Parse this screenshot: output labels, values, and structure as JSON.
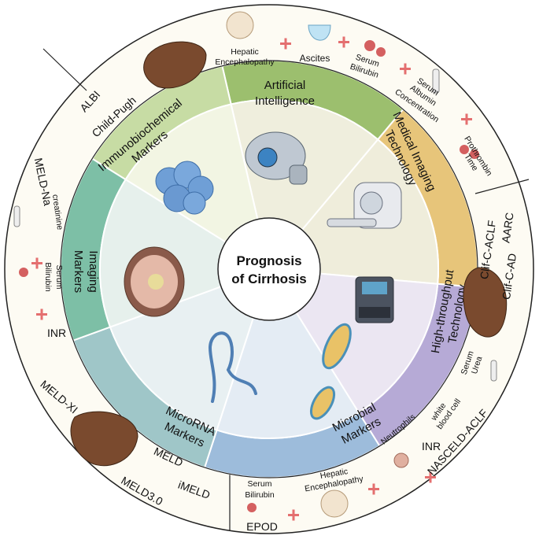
{
  "center": {
    "title_line1": "Prognosis",
    "title_line2": "of Cirrhosis"
  },
  "segments": [
    {
      "label": "Artificial Intelligence",
      "outer_color": "#9cbf6e",
      "inner_color": "#efeedd",
      "icon": "robot-head-icon"
    },
    {
      "label": "Medical Imaging Technology",
      "outer_color": "#e7c57a",
      "inner_color": "#efeddb",
      "icon": "ct-scanner-icon"
    },
    {
      "label": "High-throughput Technology",
      "outer_color": "#b6aad6",
      "inner_color": "#ebe6f2",
      "icon": "sequencer-icon"
    },
    {
      "label": "Microbial Markers",
      "outer_color": "#9dbcdb",
      "inner_color": "#e4ecf4",
      "icon": "bacteria-icon"
    },
    {
      "label": "MicroRNA Markers",
      "outer_color": "#9fc6c8",
      "inner_color": "#e8f0f2",
      "icon": "microrna-icon"
    },
    {
      "label": "Imaging Markers",
      "outer_color": "#7dbfa6",
      "inner_color": "#e6f0ec",
      "icon": "ct-slice-icon"
    },
    {
      "label": "Immunobiochemical Markers",
      "outer_color": "#c7dca4",
      "inner_color": "#f2f5e3",
      "icon": "protein-cluster-icon"
    }
  ],
  "outer_ring": {
    "score_labels": {
      "albi": "ALBI",
      "child_pugh": "Child-Pugh",
      "meld_na": "MELD-Na",
      "meld_xi": "MELD-XI",
      "meld": "MELD",
      "imeld": "iMELD",
      "meld30": "MELD3.0",
      "epod": "EPOD",
      "clif_c_aclf": "Clif-C-ACLF",
      "aarc": "AARC",
      "clif_c_ad": "Clif-C-AD",
      "nasceld_aclf": "NASCELD-ACLF",
      "inr_left": "INR",
      "inr_right": "INR"
    },
    "parameter_labels": {
      "hepatic_enc_top_1": "Hepatic",
      "hepatic_enc_top_2": "Encephalopathy",
      "ascites": "Ascites",
      "serum_bil_top_1": "Serum",
      "serum_bil_top_2": "Bilirubin",
      "serum_alb_1": "Serum",
      "serum_alb_2": "Albumin",
      "serum_alb_3": "Concentration",
      "prothrombin_1": "Prothrombin",
      "prothrombin_2": "Time",
      "creatinine": "creatinine",
      "serum_bil_left_1": "Serum",
      "serum_bil_left_2": "Bilirubin",
      "serum_bil_bottom_1": "Serum",
      "serum_bil_bottom_2": "Bilirubin",
      "hepatic_enc_bottom_1": "Hepatic",
      "hepatic_enc_bottom_2": "Encephalopathy",
      "neutrophils": "Neutrophils",
      "wbc_1": "white",
      "wbc_2": "blood cell",
      "serum_urea_1": "Serum",
      "serum_urea_2": "Urea"
    }
  }
}
